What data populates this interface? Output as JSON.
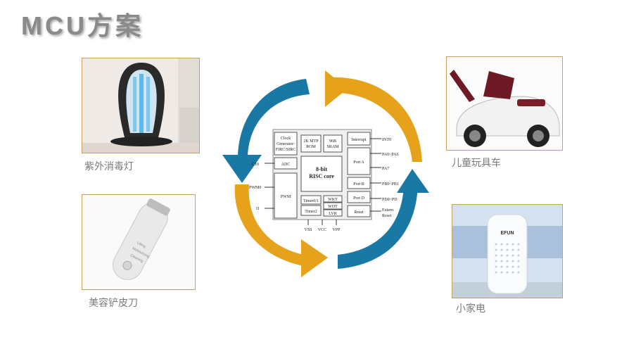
{
  "title": "MCU方案",
  "products": {
    "uv_lamp": {
      "label": "紫外消毒灯"
    },
    "beauty": {
      "label": "美容铲皮刀",
      "device_text": [
        "Lifting",
        "Moisturizing",
        "Cleaning"
      ]
    },
    "toy_car": {
      "label": "儿童玩具车"
    },
    "appliance": {
      "label": "小家电",
      "brand": "EFUN"
    }
  },
  "chip": {
    "clock": [
      "Clock",
      "Generator:",
      "FIRC/SIRC"
    ],
    "rom": [
      "2K MTP",
      "ROM"
    ],
    "sram": [
      "96B",
      "SRAM"
    ],
    "interrupt": "Interrupt",
    "adc": "ADC",
    "core": [
      "8-bit",
      "RISC core"
    ],
    "port_a": "Port A",
    "port_b": "Port B",
    "port_d": "Port D",
    "pwm": "PWM",
    "timer01": "Timer0/1",
    "timer2": "Timer2",
    "wkt": "WKT",
    "wdt": "WDT",
    "lvr": "LVR",
    "reset": "Reset",
    "pins_left": {
      "c10": "C10",
      "pwm0": "PWM0",
      "i1": "I1"
    },
    "pins_right": {
      "int0": "INT0",
      "pa0": "PA0~PA6",
      "pa7": "PA7",
      "pb": "PB0~PB1",
      "pd": "PD0~PD",
      "external": [
        "Extern",
        "Reset"
      ]
    },
    "pins_bottom": [
      "VSS",
      "VCC",
      "VPP"
    ]
  },
  "colors": {
    "blue": "#1979a4",
    "orange": "#e5a21a",
    "frame": "#c8a25a",
    "title": "#8a8a8a"
  }
}
